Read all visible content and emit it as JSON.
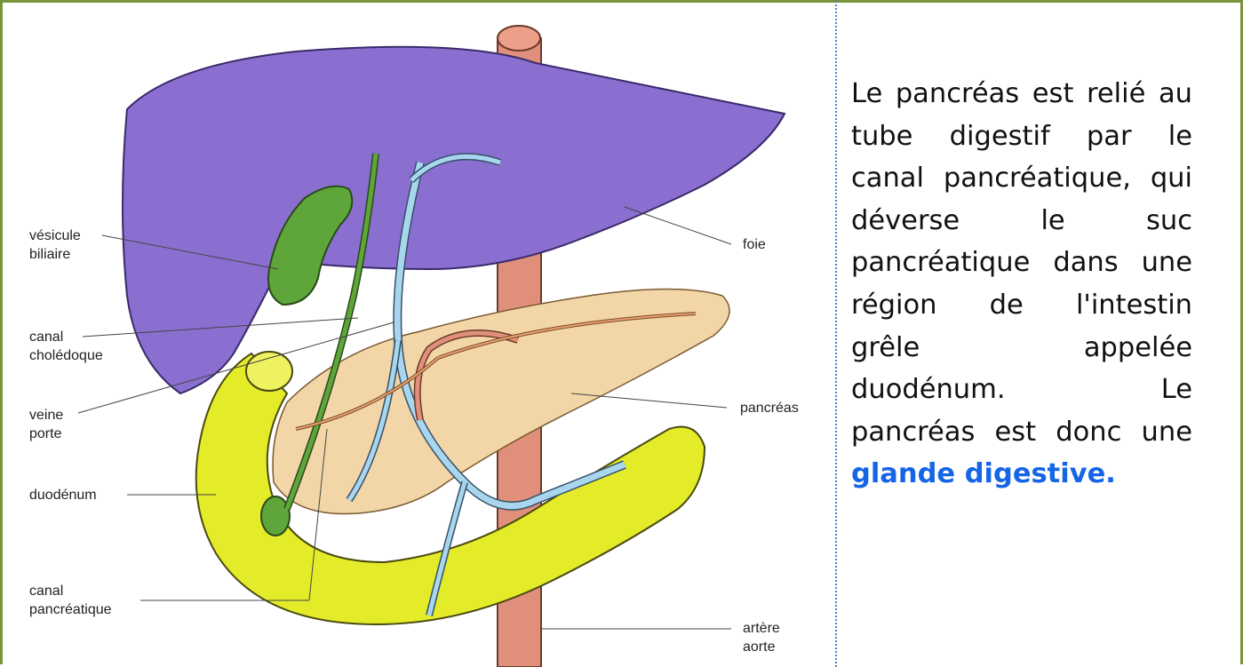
{
  "labels": {
    "vesicule": "vésicule",
    "biliaire": "biliaire",
    "canal1": "canal",
    "choledoque": "cholédoque",
    "veine": "veine",
    "porte": "porte",
    "duodenum": "duodénum",
    "canal2": "canal",
    "pancreatique": "pancréatique",
    "foie": "foie",
    "pancreas": "pancréas",
    "artere": "artère",
    "aorte": "aorte"
  },
  "text": {
    "l1": "Le pancréas est relié au",
    "l2": "tube digestif par le",
    "l3": "canal pancréatique, qui",
    "l4": "déverse le suc",
    "l5": "pancréatique dans une",
    "l6": "région de l'intestin",
    "l7": "grêle appelée",
    "l8": "duodénum. Le",
    "l9": "pancréas est donc une",
    "highlight": "glande digestive."
  },
  "colors": {
    "border": "#77933c",
    "divider": "#4f81bd",
    "liver": "#8a6fd0",
    "duodenum": "#e4ec2a",
    "pancreas": "#f2d6a8",
    "aorta": "#e0907a",
    "gallbladder": "#5fa63a",
    "vein": "#a9d6ec",
    "highlight": "#1565e6"
  }
}
